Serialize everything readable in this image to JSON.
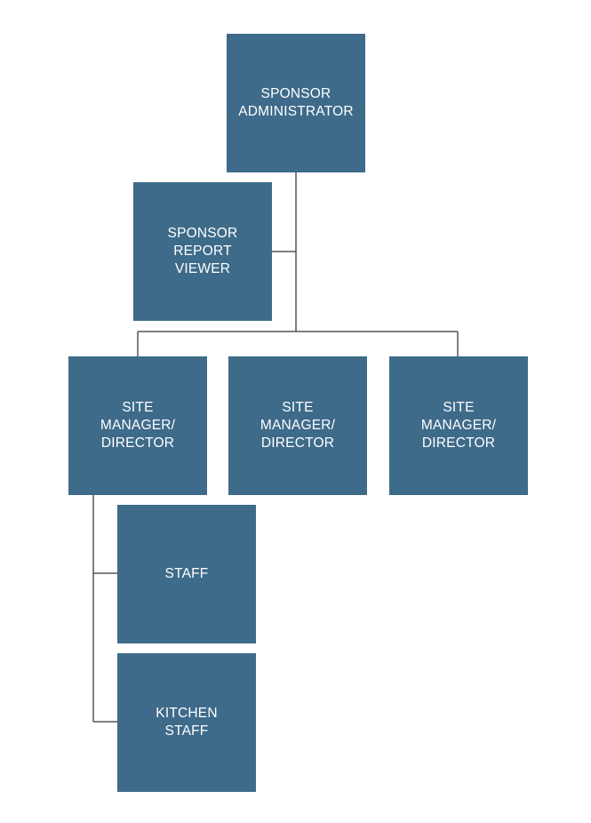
{
  "org_chart": {
    "node_color": "#3e6b8a",
    "text_color": "#ffffff",
    "line_color": "#555555",
    "nodes": {
      "sponsor_administrator": {
        "lines": [
          "SPONSOR",
          "ADMINISTRATOR"
        ]
      },
      "sponsor_report_viewer": {
        "lines": [
          "SPONSOR",
          "REPORT",
          "VIEWER"
        ]
      },
      "site_manager_1": {
        "lines": [
          "SITE",
          "MANAGER/",
          "DIRECTOR"
        ]
      },
      "site_manager_2": {
        "lines": [
          "SITE",
          "MANAGER/",
          "DIRECTOR"
        ]
      },
      "site_manager_3": {
        "lines": [
          "SITE",
          "MANAGER/",
          "DIRECTOR"
        ]
      },
      "staff": {
        "lines": [
          "STAFF"
        ]
      },
      "kitchen_staff": {
        "lines": [
          "KITCHEN",
          "STAFF"
        ]
      }
    }
  }
}
